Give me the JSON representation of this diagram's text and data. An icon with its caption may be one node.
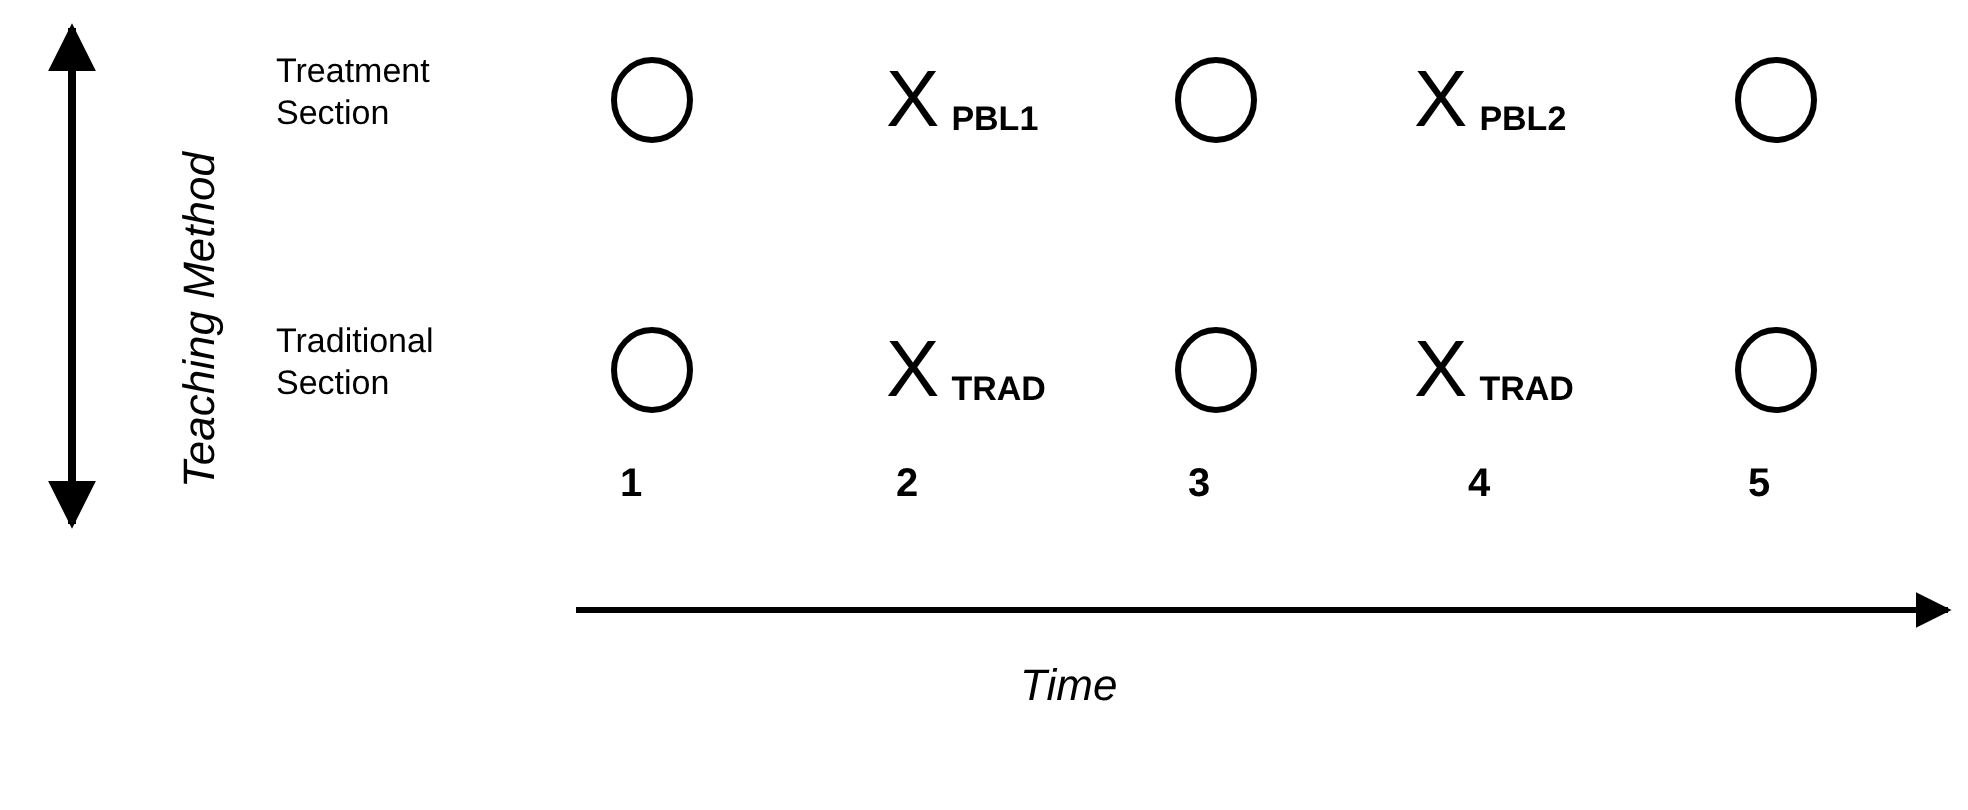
{
  "diagram": {
    "labels": [
      "Teaching Method",
      "Treatment Section",
      "X$_{PBL1}$",
      "X$_{PBL2}$",
      "Traditional Section",
      "X$_{TRAD}$",
      "X$_{TRAD}$",
      "1",
      "2",
      "3",
      "4",
      "5",
      "Time"
    ]
  }
}
